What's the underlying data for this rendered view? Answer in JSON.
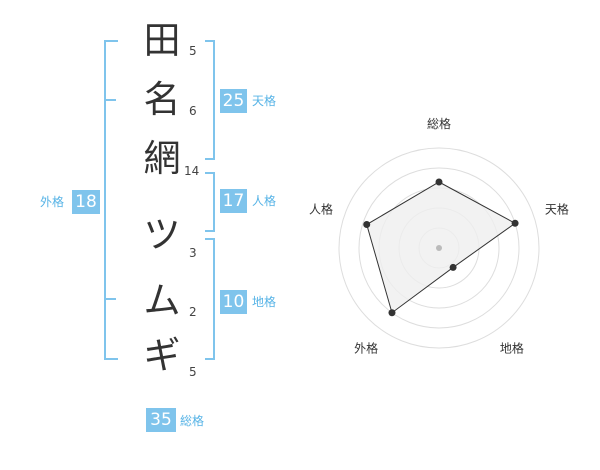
{
  "name": {
    "characters": [
      {
        "char": "田",
        "strokes": "5"
      },
      {
        "char": "名",
        "strokes": "6"
      },
      {
        "char": "網",
        "strokes": "14"
      },
      {
        "char": "ツ",
        "strokes": "3"
      },
      {
        "char": "ム",
        "strokes": "2"
      },
      {
        "char": "ギ",
        "strokes": "5"
      }
    ]
  },
  "fortune": {
    "tenkaku": {
      "value": "25",
      "label": "天格"
    },
    "jinkaku": {
      "value": "17",
      "label": "人格"
    },
    "chikaku": {
      "value": "10",
      "label": "地格"
    },
    "gaikaku": {
      "value": "18",
      "label": "外格"
    },
    "soukaku": {
      "value": "35",
      "label": "総格"
    }
  },
  "colors": {
    "accent": "#7fc4ec",
    "accent_text": "#56b3e6",
    "radar_fill": "#efefef",
    "radar_line": "#333333"
  },
  "chart_data": {
    "type": "radar",
    "axes": [
      "総格",
      "天格",
      "地格",
      "外格",
      "人格"
    ],
    "values": [
      3.3,
      4.0,
      1.2,
      4.0,
      3.8
    ],
    "max": 5,
    "rings": 5
  }
}
